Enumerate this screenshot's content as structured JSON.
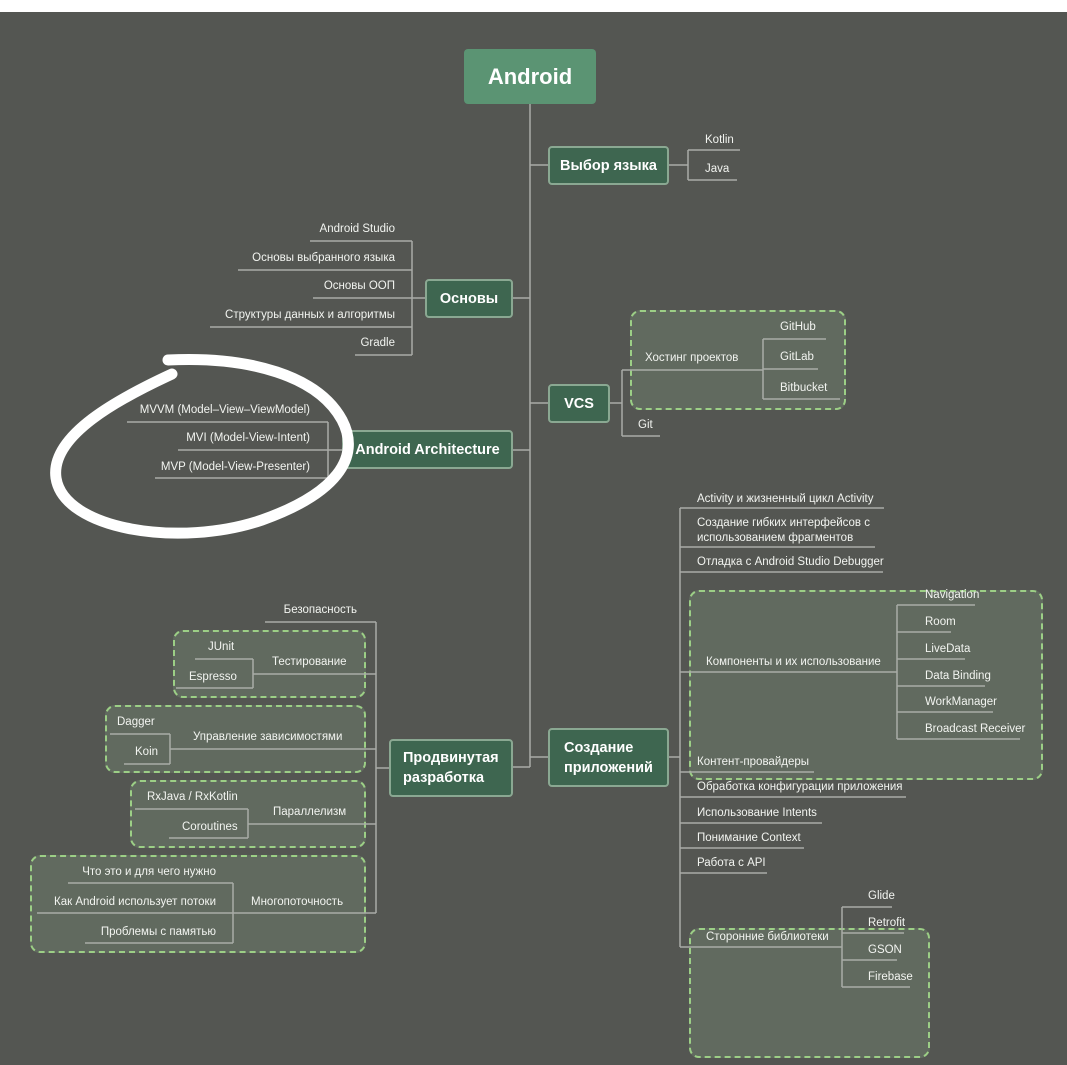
{
  "root": "Android",
  "colors": {
    "background": "#545652",
    "root": "#5b9473",
    "node": "#3e6650",
    "group_border": "#9ccf86",
    "annotation": "#ffffff"
  },
  "language": {
    "label": "Выбор языка",
    "items": [
      "Kotlin",
      "Java"
    ]
  },
  "basics": {
    "label": "Основы",
    "items": [
      "Android Studio",
      "Основы выбранного языка",
      "Основы ООП",
      "Структуры данных и алгоритмы",
      "Gradle"
    ]
  },
  "vcs": {
    "label": "VCS",
    "hosting": {
      "label": "Хостинг проектов",
      "items": [
        "GitHub",
        "GitLab",
        "Bitbucket"
      ]
    },
    "git": "Git"
  },
  "architecture": {
    "label": "Android Architecture",
    "items": [
      "MVVM (Model–View–ViewModel)",
      "MVI (Model-View-Intent)",
      "MVP (Model-View-Presenter)"
    ]
  },
  "advanced": {
    "label": "Продвинутая разработка",
    "security": "Безопасность",
    "testing": {
      "label": "Тестирование",
      "items": [
        "JUnit",
        "Espresso"
      ]
    },
    "di": {
      "label": "Управление зависимостями",
      "items": [
        "Dagger",
        "Koin"
      ]
    },
    "parallelism": {
      "label": "Параллелизм",
      "items": [
        "RxJava / RxKotlin",
        "Coroutines"
      ]
    },
    "multithreading": {
      "label": "Многопоточность",
      "items": [
        "Что это и для чего нужно",
        "Как Android использует потоки",
        "Проблемы с памятью"
      ]
    }
  },
  "apps": {
    "label": "Создание приложений",
    "items_top": [
      "Activity и жизненный цикл Activity",
      "Создание гибких интерфейсов с использованием фрагментов",
      "Отладка с Android Studio Debugger"
    ],
    "components": {
      "label": "Компоненты и их использование",
      "items": [
        "Navigation",
        "Room",
        "LiveData",
        "Data Binding",
        "WorkManager",
        "Broadcast Receiver"
      ]
    },
    "items_mid": [
      "Контент-провайдеры",
      "Обработка конфигурации приложения",
      "Использование Intents",
      "Понимание Context",
      "Работа с API"
    ],
    "libraries": {
      "label": "Сторонние библиотеки",
      "items": [
        "Glide",
        "Retrofit",
        "GSON",
        "Firebase"
      ]
    }
  }
}
